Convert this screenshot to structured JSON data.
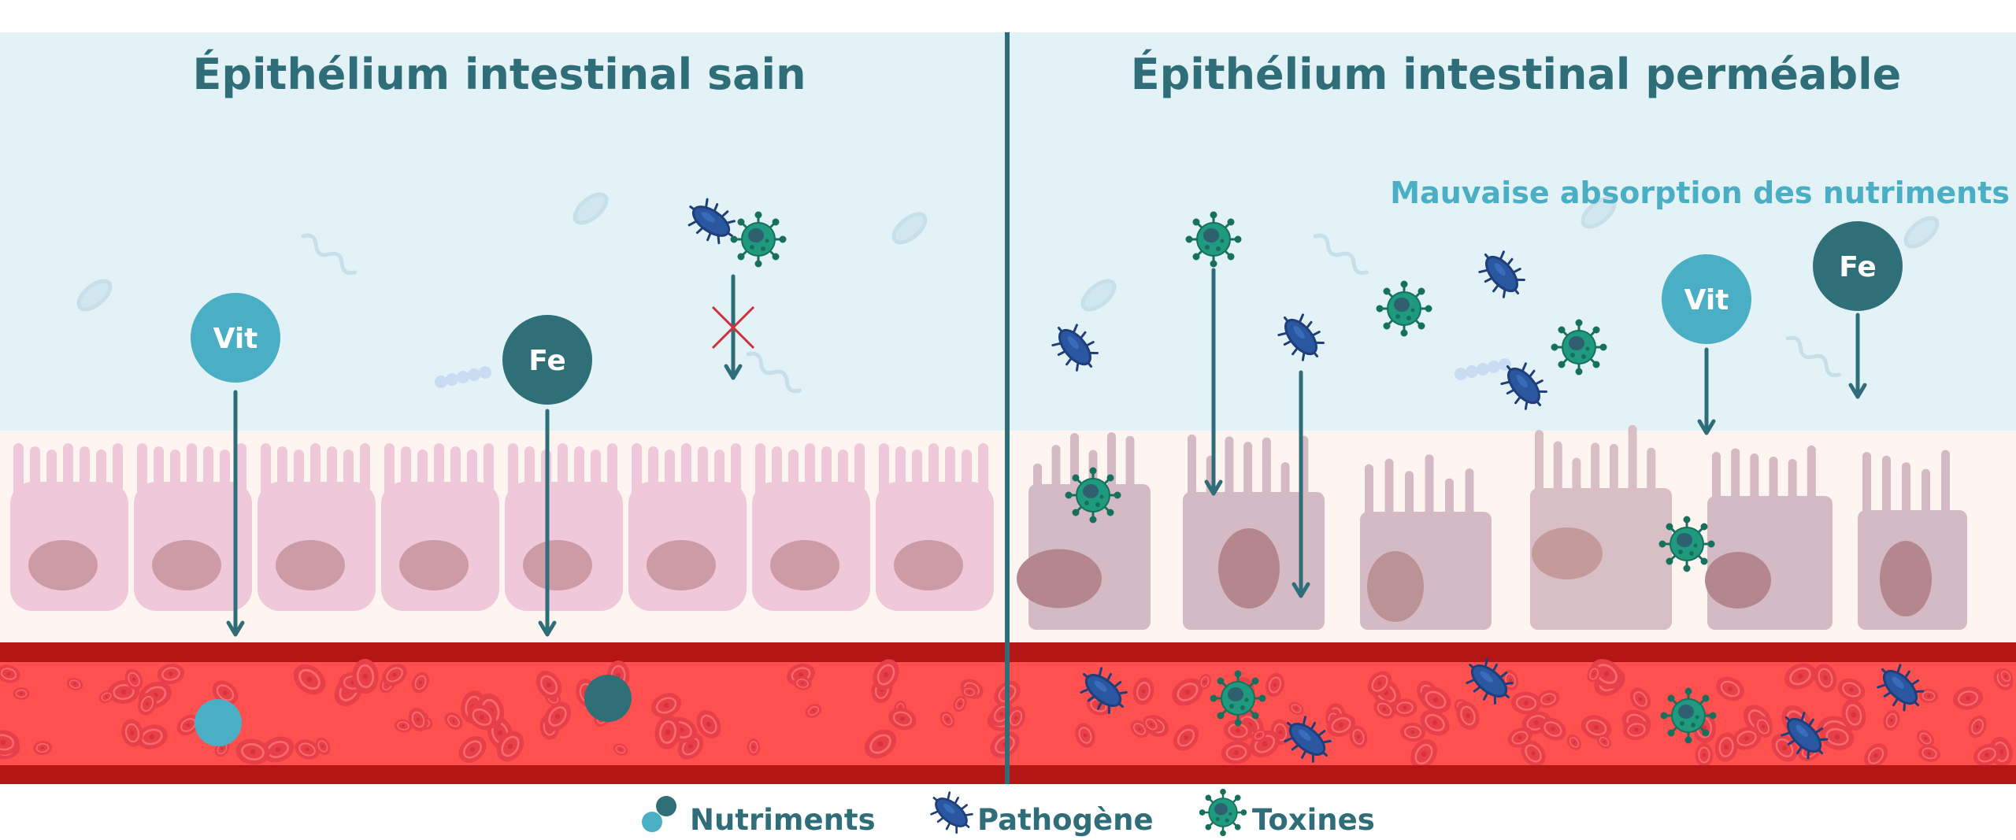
{
  "left_panel": {
    "title": "Épithélium intestinal sain",
    "vit_label": "Vit",
    "fe_label": "Fe"
  },
  "right_panel": {
    "title": "Épithélium intestinal perméable",
    "subtitle": "Mauvaise absorption des nutriments",
    "vit_label": "Vit",
    "fe_label": "Fe"
  },
  "legend": {
    "nutrients": "Nutriments",
    "pathogen": "Pathogène",
    "toxins": "Toxines"
  },
  "colors": {
    "teal_dark": "#2f6e78",
    "teal_light": "#4aaec4",
    "lumen": "#e2f2f7",
    "tissue": "#fff5f0",
    "healthy_cell": "#efc9da",
    "damaged_cell": "#d4bac4",
    "blood": "#ff5050",
    "vessel_wall": "#b41515",
    "pathogen": "#2b56a0",
    "toxin": "#1f9a7e"
  }
}
